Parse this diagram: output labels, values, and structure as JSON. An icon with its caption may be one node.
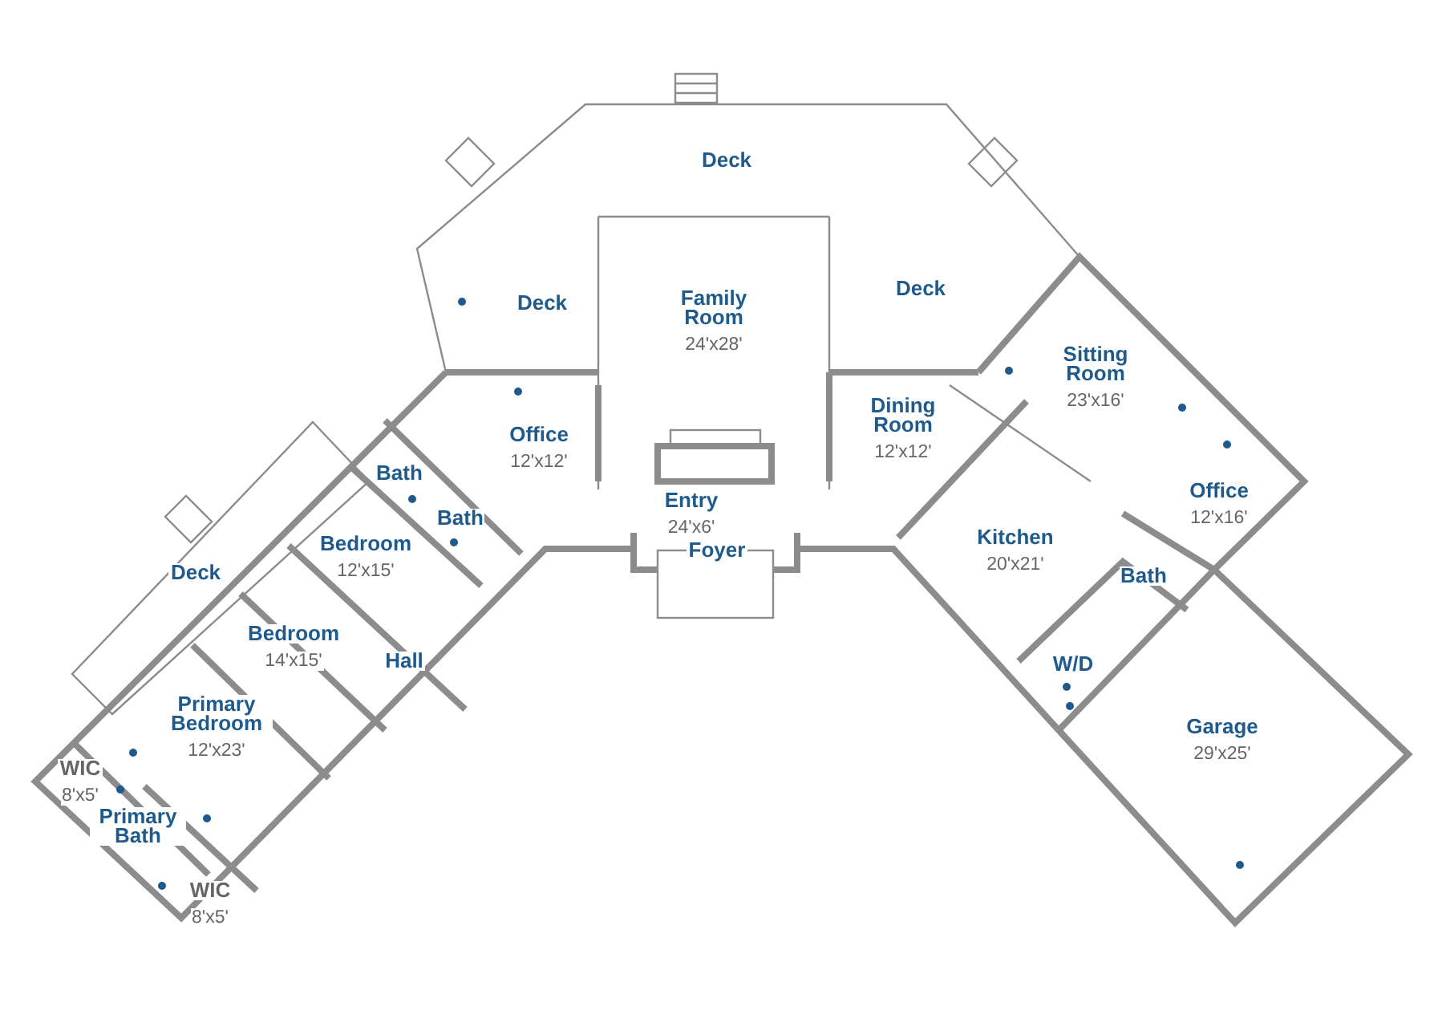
{
  "diagram": {
    "nodes": [
      {
        "text": [
          "Deck"
        ]
      },
      {
        "text": [
          "Deck"
        ]
      },
      {
        "text": [
          "Family Room",
          "24'x28'"
        ]
      },
      {
        "text": [
          "Deck"
        ]
      },
      {
        "text": [
          "Sitting Room",
          "23'x16'"
        ]
      },
      {
        "text": [
          "Dining Room",
          "12'x12'"
        ]
      },
      {
        "text": [
          "Office",
          "12'x12'"
        ]
      },
      {
        "text": [
          "Bath"
        ]
      },
      {
        "text": [
          "Entry",
          "24'x6'"
        ]
      },
      {
        "text": [
          "Bath"
        ]
      },
      {
        "text": [
          "Office",
          "12'x16'"
        ]
      },
      {
        "text": [
          "Kitchen",
          "20'x21'"
        ]
      },
      {
        "text": [
          "Bedroom",
          "12'x15'"
        ]
      },
      {
        "text": [
          "Foyer"
        ]
      },
      {
        "text": [
          "Deck"
        ]
      },
      {
        "text": [
          "Bath"
        ]
      },
      {
        "text": [
          "Bedroom",
          "14'x15'"
        ]
      },
      {
        "text": [
          "Hall"
        ]
      },
      {
        "text": [
          "W/D"
        ]
      },
      {
        "text": [
          "Primary Bedroom",
          "12'x23'"
        ]
      },
      {
        "text": [
          "Garage",
          "29'x25'"
        ]
      },
      {
        "text": [
          "WIC",
          "8'x5'"
        ]
      },
      {
        "text": [
          "Primary Bath"
        ]
      },
      {
        "text": [
          "WIC",
          "8'x5'"
        ]
      }
    ]
  }
}
